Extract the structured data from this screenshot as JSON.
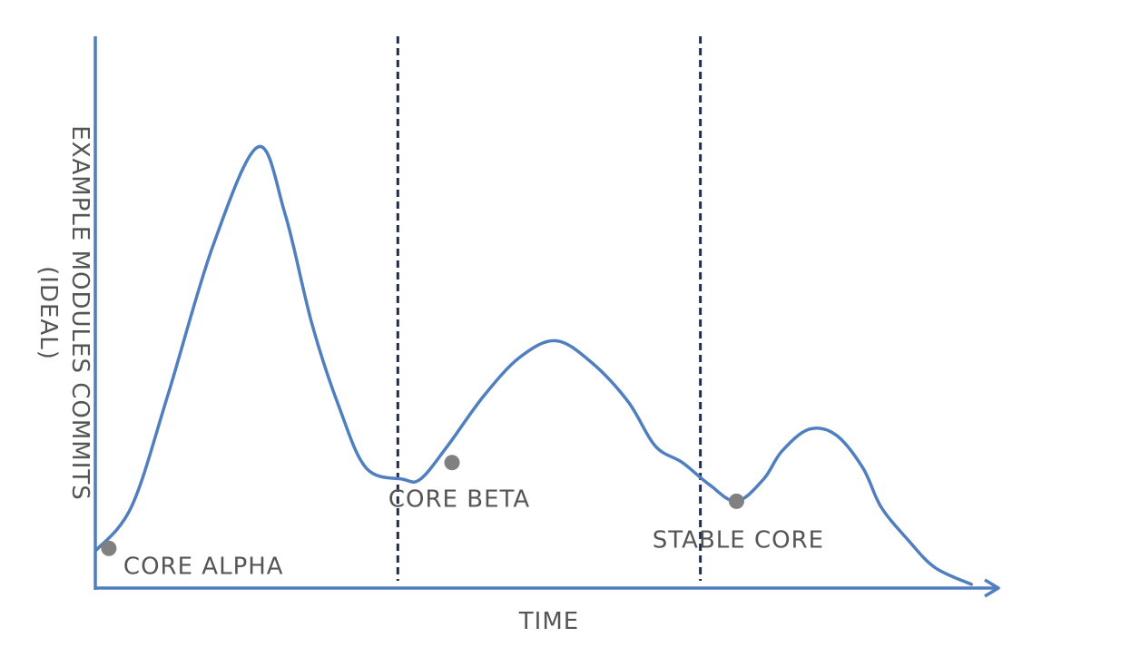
{
  "chart_data": {
    "type": "line",
    "xlabel": "TIME",
    "ylabel": "EXAMPLE MODULES COMMITS (IDEAL)",
    "ylabel_lines": [
      "EXAMPLE MODULES COMMITS",
      "(IDEAL)"
    ],
    "colors": {
      "line": "#4f7fbf",
      "axis": "#4f7fbf",
      "marker": "#808080",
      "divider": "#1f2d4a",
      "text": "#555555"
    },
    "xlim": [
      0,
      100
    ],
    "ylim": [
      0,
      100
    ],
    "series": [
      {
        "x": [
          0,
          4,
          8,
          13,
          18,
          21,
          24,
          27,
          30,
          34,
          36,
          39,
          43,
          47,
          51,
          55,
          59,
          62,
          65,
          68,
          71,
          74,
          76,
          79,
          82,
          85,
          87,
          90,
          93,
          97
        ],
        "y": [
          7,
          15,
          35,
          62,
          80,
          68,
          48,
          33,
          22,
          20,
          20,
          26,
          35,
          42,
          45,
          41,
          34,
          26,
          23,
          19,
          16,
          20,
          25,
          29,
          28,
          22,
          15,
          9,
          4,
          1
        ]
      }
    ],
    "dividers": [
      {
        "x": 33.5
      },
      {
        "x": 67
      }
    ],
    "milestones": [
      {
        "label": "CORE ALPHA",
        "x": 1.5,
        "y": 7.5
      },
      {
        "label": "CORE BETA",
        "x": 39.5,
        "y": 23.0
      },
      {
        "label": "STABLE CORE",
        "x": 71,
        "y": 16
      }
    ]
  }
}
